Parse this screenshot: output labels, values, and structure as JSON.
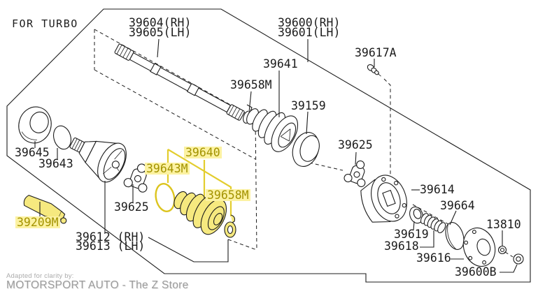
{
  "header": {
    "corner_note": "FOR TURBO"
  },
  "labels": {
    "p39604": "39604(RH)",
    "p39605": "39605(LH)",
    "p39600": "39600(RH)",
    "p39601": "39601(LH)",
    "p39617a": "39617A",
    "p39641": "39641",
    "p39658m_top": "39658M",
    "p39159": "39159",
    "p39625_right": "39625",
    "p39614": "39614",
    "p39664": "39664",
    "p13810": "13810",
    "p39619": "39619",
    "p39618": "39618",
    "p39616": "39616",
    "p39600b": "39600B",
    "p39645": "39645",
    "p39643": "39643",
    "p39209m": "39209M",
    "p39625_left": "39625",
    "p39612": "39612 (RH)",
    "p39613": "39613 (LH)",
    "p39640": "39640",
    "p39643m": "39643M",
    "p39658m_kit": "39658M"
  },
  "highlighted_part_numbers": [
    "39640",
    "39643M",
    "39658M",
    "39209M"
  ],
  "footer": {
    "credit_line": "Adapted for clarity by:",
    "brand": "MOTORSPORT AUTO - The Z Store"
  },
  "colors": {
    "line": "#1c1c1c",
    "highlight_background": "#fcf2a2",
    "highlight_text": "#a39300",
    "highlight_line": "#e3cd2e",
    "highlight_part_fill": "#f6e97f",
    "footer_gray": "#9b9b9b"
  }
}
